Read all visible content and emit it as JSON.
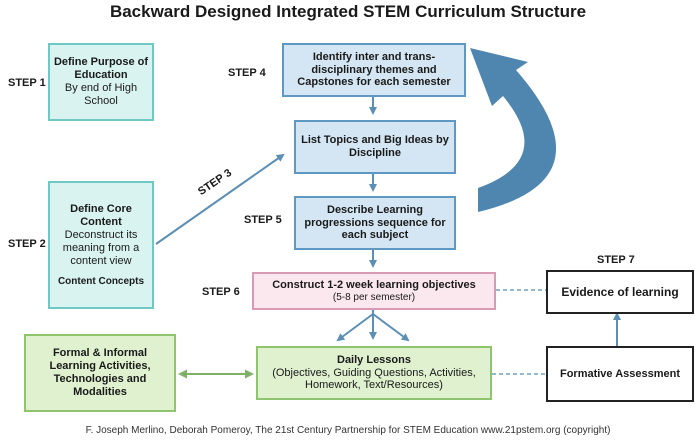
{
  "title": "Backward Designed Integrated STEM Curriculum Structure",
  "steps": {
    "s1": "STEP 1",
    "s2": "STEP 2",
    "s3": "STEP 3",
    "s4": "STEP 4",
    "s5": "STEP 5",
    "s6": "STEP 6",
    "s7": "STEP 7"
  },
  "boxes": {
    "purpose": {
      "title": "Define Purpose of Education",
      "sub": "By end of High School"
    },
    "core": {
      "title": "Define Core Content",
      "sub": "Deconstruct its meaning from a content view",
      "foot": "Content Concepts"
    },
    "themes": {
      "text": "Identify inter and trans-disciplinary themes and Capstones for each semester"
    },
    "topics": {
      "text": "List Topics and Big Ideas by Discipline"
    },
    "progressions": {
      "text": "Describe Learning progressions sequence for each subject"
    },
    "objectives": {
      "title": "Construct 1-2 week learning objectives",
      "sub": "(5-8 per semester)"
    },
    "evidence": {
      "text": "Evidence of learning"
    },
    "formal": {
      "text": "Formal & Informal Learning Activities, Technologies and Modalities"
    },
    "lessons": {
      "title": "Daily Lessons",
      "sub": "(Objectives, Guiding Questions, Activities, Homework, Text/Resources)"
    },
    "formative": {
      "text": "Formative Assessment"
    }
  },
  "colors": {
    "arrow": "#5b8fb5",
    "green_arrow": "#7fb069",
    "dashed": "#6aa3c4"
  },
  "footer": "F. Joseph Merlino, Deborah Pomeroy, The 21st Century Partnership for STEM Education www.21pstem.org (copyright)"
}
